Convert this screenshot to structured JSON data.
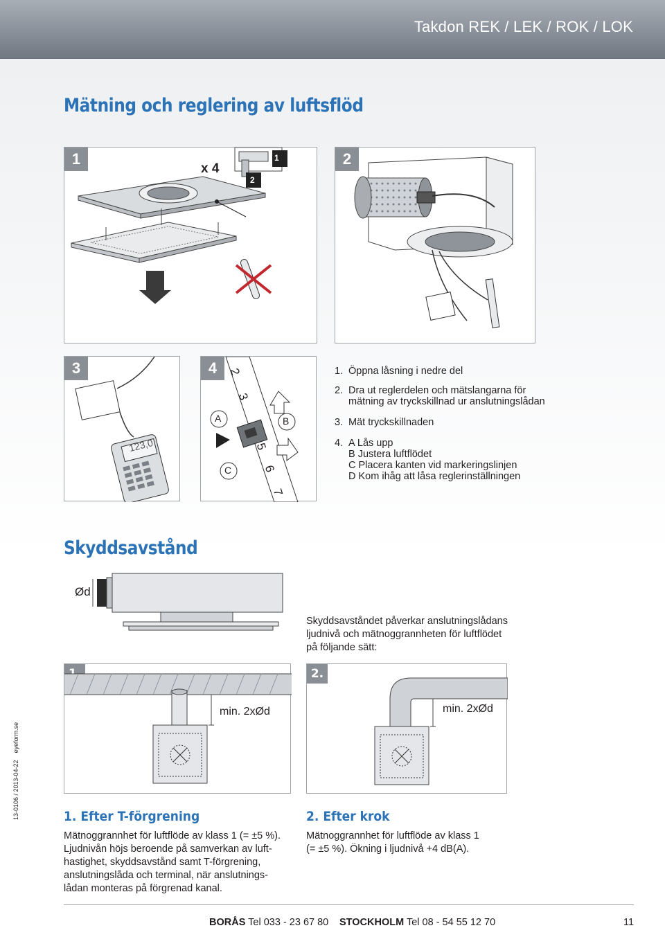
{
  "header": {
    "title": "Takdon REK / LEK / ROK / LOK"
  },
  "section1": {
    "heading": "Mätning och reglering av luftsflöd",
    "panels": [
      {
        "num": "1",
        "label": "x 4",
        "badge1": "1",
        "badge2": "2"
      },
      {
        "num": "2"
      },
      {
        "num": "3",
        "display": "123,0"
      },
      {
        "num": "4",
        "marks": [
          "2",
          "3",
          "5",
          "6",
          "7"
        ],
        "letters": [
          "A",
          "B",
          "C"
        ]
      }
    ],
    "steps": [
      {
        "n": "1.",
        "lines": [
          "Öppna låsning i nedre del"
        ]
      },
      {
        "n": "2.",
        "lines": [
          "Dra ut reglerdelen och mätslangarna för",
          "mätning av tryckskillnad ur anslutningslådan"
        ]
      },
      {
        "n": "3.",
        "lines": [
          "Mät tryckskillnaden"
        ]
      },
      {
        "n": "4.",
        "lines": [
          "A Lås upp",
          "B  Justera luftflödet",
          "C  Placera kanten vid markeringslinjen",
          "D  Kom ihåg att låsa reglerinställningen"
        ]
      }
    ]
  },
  "section2": {
    "heading": "Skyddsavstånd",
    "od_label": "Ød",
    "intro": [
      "Skyddsavståndet påverkar anslutningslådans",
      "ljudnivå och mätnoggrannheten för luftflödet",
      "på följande sätt:"
    ],
    "figures": [
      {
        "num": "1.",
        "dim": "min. 2xØd"
      },
      {
        "num": "2.",
        "dim": "min. 2xØd"
      }
    ],
    "captions": [
      {
        "heading": "1. Efter T-förgrening",
        "lines": [
          "Mätnoggrannhet för luftflöde av klass 1 (= ±5 %).",
          "Ljudnivån höjs beroende på samverkan av luft-",
          "hastighet, skyddsavstånd samt T-förgrening,",
          "anslutningslåda och terminal, när anslutnings-",
          "lådan monteras på förgrenad kanal."
        ]
      },
      {
        "heading": "2. Efter krok",
        "lines": [
          "Mätnoggrannhet för luftflöde av klass 1",
          "(= ±5 %). Ökning i ljudnivå +4 dB(A)."
        ]
      }
    ]
  },
  "side_text": {
    "code": "13-0106 / 2013-04-22",
    "maker": "eyeform.se"
  },
  "footer": {
    "city1": "BORÅS",
    "tel1": "Tel 033 - 23 67 80",
    "city2": "STOCKHOLM",
    "tel2": "Tel 08 - 54 55 12 70",
    "page": "11"
  }
}
